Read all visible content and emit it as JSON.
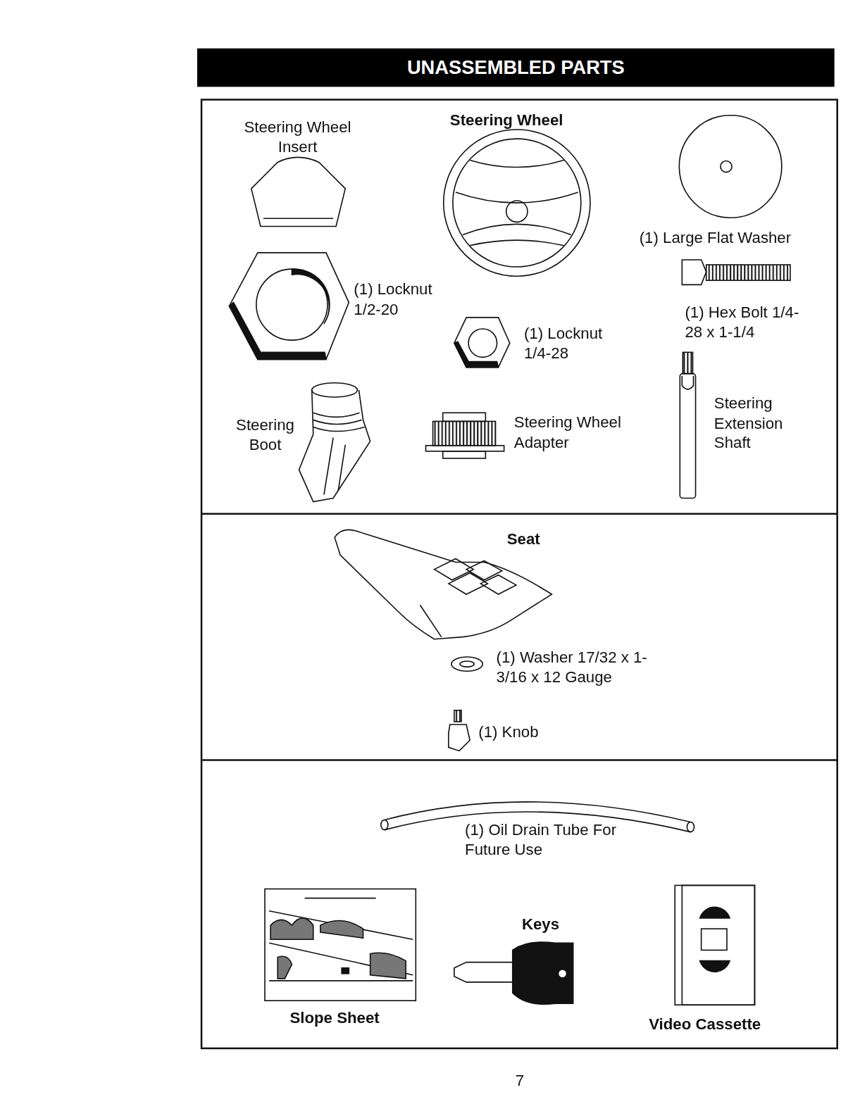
{
  "diagram": {
    "title": "UNASSEMBLED PARTS",
    "labels": [
      "Steering Wheel Insert",
      "Steering Wheel",
      "(1) Large Flat Washer",
      "(1) Locknut 1/2-20",
      "(1) Locknut 1/4-28",
      "(1) Hex Bolt 1/4-28 x 1-1/4",
      "Steering Boot",
      "Steering Wheel Adapter",
      "Steering Extension Shaft",
      "Seat",
      "(1) Washer 17/32 x 1-3/16 x 12 Gauge",
      "(1) Knob",
      "(1) Oil Drain Tube For Future Use",
      "Keys",
      "Slope Sheet",
      "Video Cassette",
      "7"
    ]
  }
}
